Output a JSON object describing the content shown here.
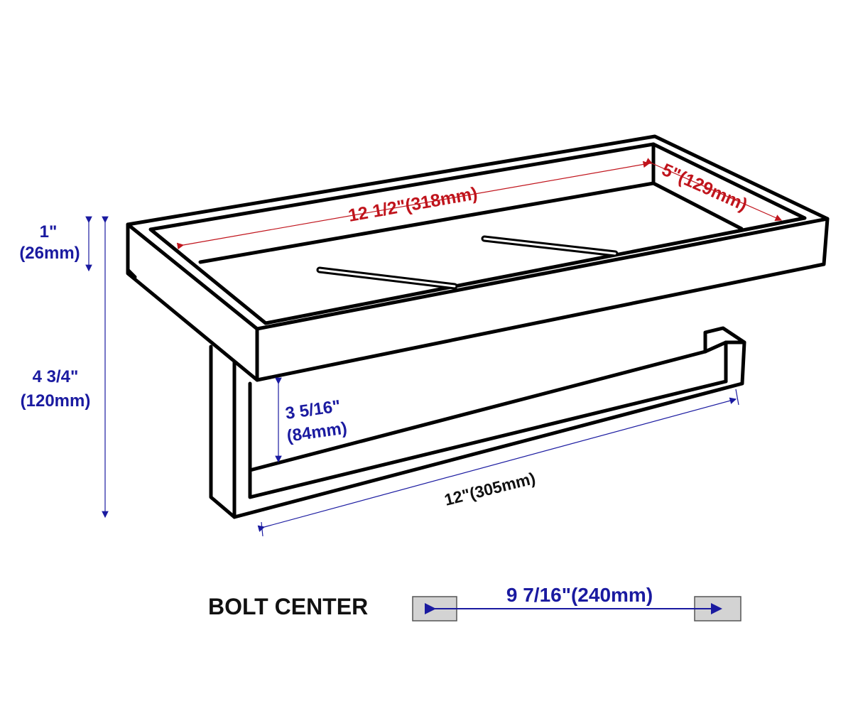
{
  "dimensions": {
    "tray_length": "12 1/2\"(318mm)",
    "tray_depth": "5\"(129mm)",
    "tray_height_in": "1\"",
    "tray_height_mm": "(26mm)",
    "total_height_in": "4 3/4\"",
    "total_height_mm": "(120mm)",
    "gap_height_in": "3 5/16\"",
    "gap_height_mm": "(84mm)",
    "bar_length": "12\"(305mm)"
  },
  "bolt": {
    "label": "BOLT CENTER",
    "distance": "9 7/16\"(240mm)"
  },
  "colors": {
    "red": "#c0141c",
    "blue": "#1a1aa0",
    "plate": "#d3d3d3"
  }
}
